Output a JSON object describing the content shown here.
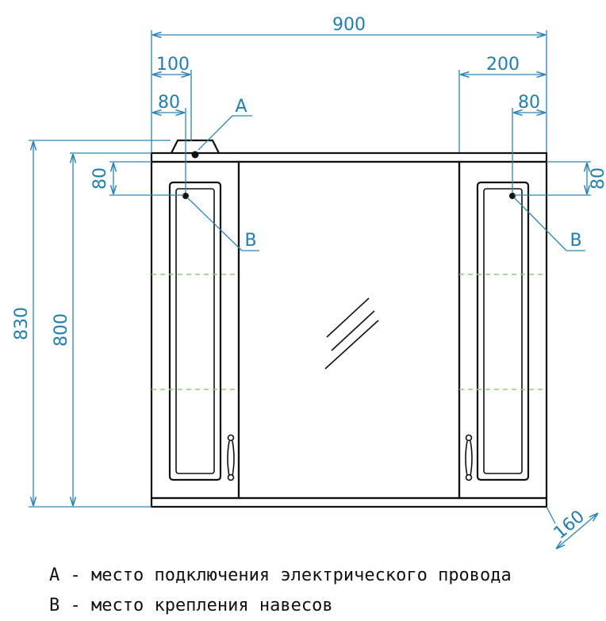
{
  "dimensions": {
    "overall_width": "900",
    "left_offset_outer": "100",
    "left_offset_inner": "80",
    "right_offset_outer": "200",
    "right_offset_inner": "80",
    "left_vertical": "80",
    "right_vertical": "80",
    "total_height": "830",
    "body_height": "800",
    "depth": "160"
  },
  "callouts": {
    "a": "A",
    "b_left": "B",
    "b_right": "B"
  },
  "legend": {
    "line_a": "А - место подключения электрического провода",
    "line_b": "В - место крепления навесов"
  },
  "colors": {
    "dimension": "#1f7fb0",
    "outline": "#111111",
    "shelf": "#8ccf7a"
  }
}
